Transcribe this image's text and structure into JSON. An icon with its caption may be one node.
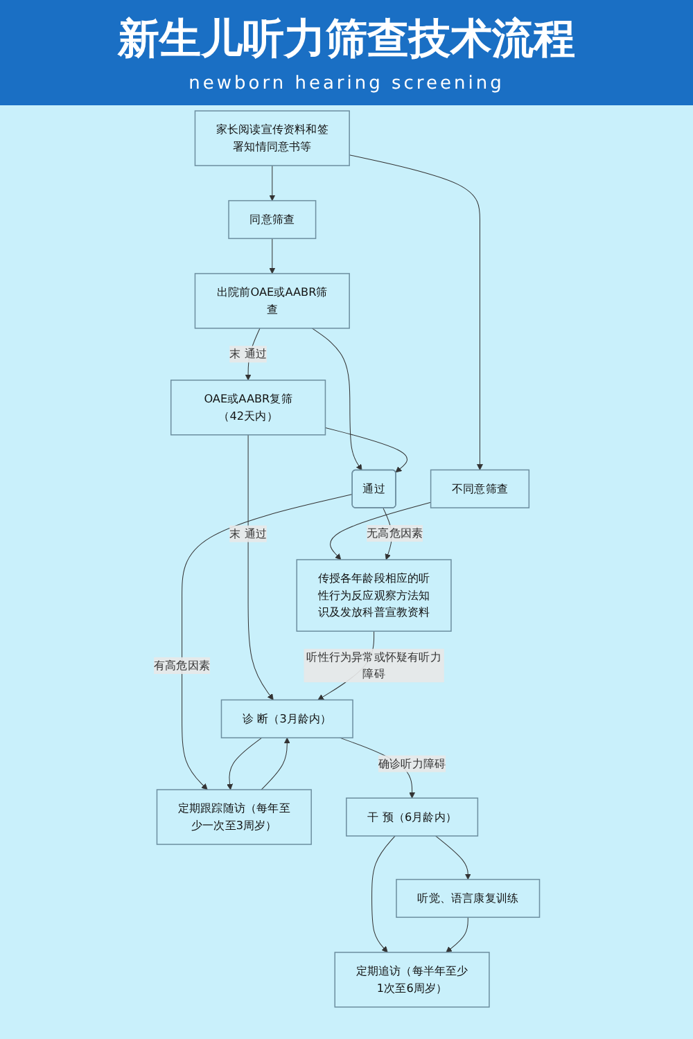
{
  "diagram": {
    "title": "新生儿听力筛查技术流程",
    "nodes": [
      {
        "text": [
          "家长阅读宣传资料和签署知情同意书等"
        ]
      },
      {
        "text": [
          "同意筛查"
        ]
      },
      {
        "text": [
          "不同意筛查"
        ]
      },
      {
        "text": [
          "出院前OAE或AABR筛查"
        ]
      },
      {
        "text": [
          "传授各年龄段相应的听性行为反应观察方法知识及发放科普宣教资料"
        ]
      },
      {
        "text": [
          "OAE或AABR复筛（42天内）"
        ]
      },
      {
        "text": [
          "通过"
        ]
      },
      {
        "text": [
          "诊 断（3月龄内）"
        ]
      },
      {
        "text": [
          "定期跟踪随访（每年至少一次至3周岁）"
        ]
      },
      {
        "text": [
          "干 预（6月龄内）"
        ]
      },
      {
        "text": [
          "定期追访（每半年至少1次至6周岁）"
        ]
      },
      {
        "text": [
          "听觉、语言康复训练"
        ]
      }
    ],
    "edges": [
      {
        "from": 0,
        "to": 1,
        "arrow": "to"
      },
      {
        "from": 0,
        "to": 2,
        "arrow": "to"
      },
      {
        "from": 1,
        "to": 3,
        "arrow": "to"
      },
      {
        "from": 2,
        "to": 4,
        "arrow": "to"
      },
      {
        "from": 3,
        "to": 5,
        "arrow": "to",
        "label": "末 通过"
      },
      {
        "from": 3,
        "to": 6,
        "arrow": "to"
      },
      {
        "from": 5,
        "to": 6,
        "arrow": "to"
      },
      {
        "from": 6,
        "to": 4,
        "arrow": "to",
        "label": "无高危因素"
      },
      {
        "from": 6,
        "to": 8,
        "arrow": "to",
        "label": "有高危因素"
      },
      {
        "from": 5,
        "to": 7,
        "arrow": "to",
        "label": "末 通过"
      },
      {
        "from": 7,
        "to": 8,
        "arrow": "to"
      },
      {
        "from": 4,
        "to": 7,
        "arrow": "to",
        "label": "听性行为异常或怀疑有听力障碍"
      },
      {
        "from": 8,
        "to": 7,
        "arrow": "to"
      },
      {
        "from": 7,
        "to": 9,
        "arrow": "to",
        "label": "确诊听力障碍"
      },
      {
        "from": 9,
        "to": 10,
        "arrow": "to"
      },
      {
        "from": 9,
        "to": 11,
        "arrow": "to"
      },
      {
        "from": 11,
        "to": 10,
        "arrow": "to"
      }
    ],
    "labels": [
      "newborn hearing screening"
    ]
  }
}
